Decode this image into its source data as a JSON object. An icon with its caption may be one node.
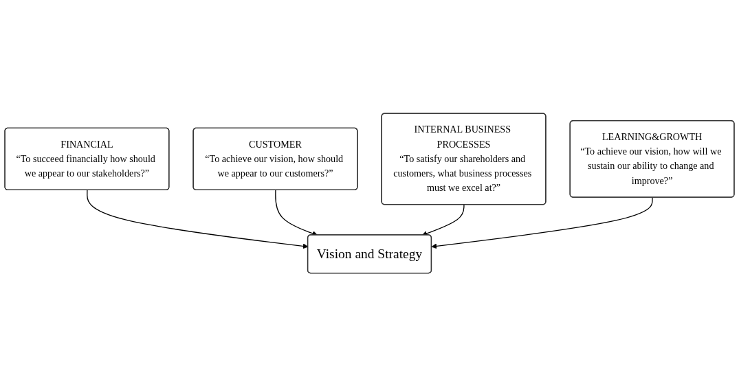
{
  "diagram": {
    "nodes": [
      {
        "text": [
          "FINANCIAL",
          "“To succeed financially how should we appear to our stakeholders?”"
        ]
      },
      {
        "text": [
          "CUSTOMER",
          "“To achieve our vision, how should we appear to our customers?”"
        ]
      },
      {
        "text": [
          "Vision and Strategy"
        ]
      },
      {
        "text": [
          "INTERNAL BUSINESS PROCESSES",
          "“To satisfy our shareholders and customers, what business processes must we excel at?”"
        ]
      },
      {
        "text": [
          "LEARNING&GROWTH",
          "“To achieve our vision, how will we sustain our ability to change and improve?”"
        ]
      }
    ],
    "edges": [
      {
        "from": 0,
        "to": 2,
        "arrow": "to"
      },
      {
        "from": 1,
        "to": 2,
        "arrow": "to"
      },
      {
        "from": 3,
        "to": 2,
        "arrow": "to"
      },
      {
        "from": 4,
        "to": 2,
        "arrow": "to"
      }
    ]
  }
}
